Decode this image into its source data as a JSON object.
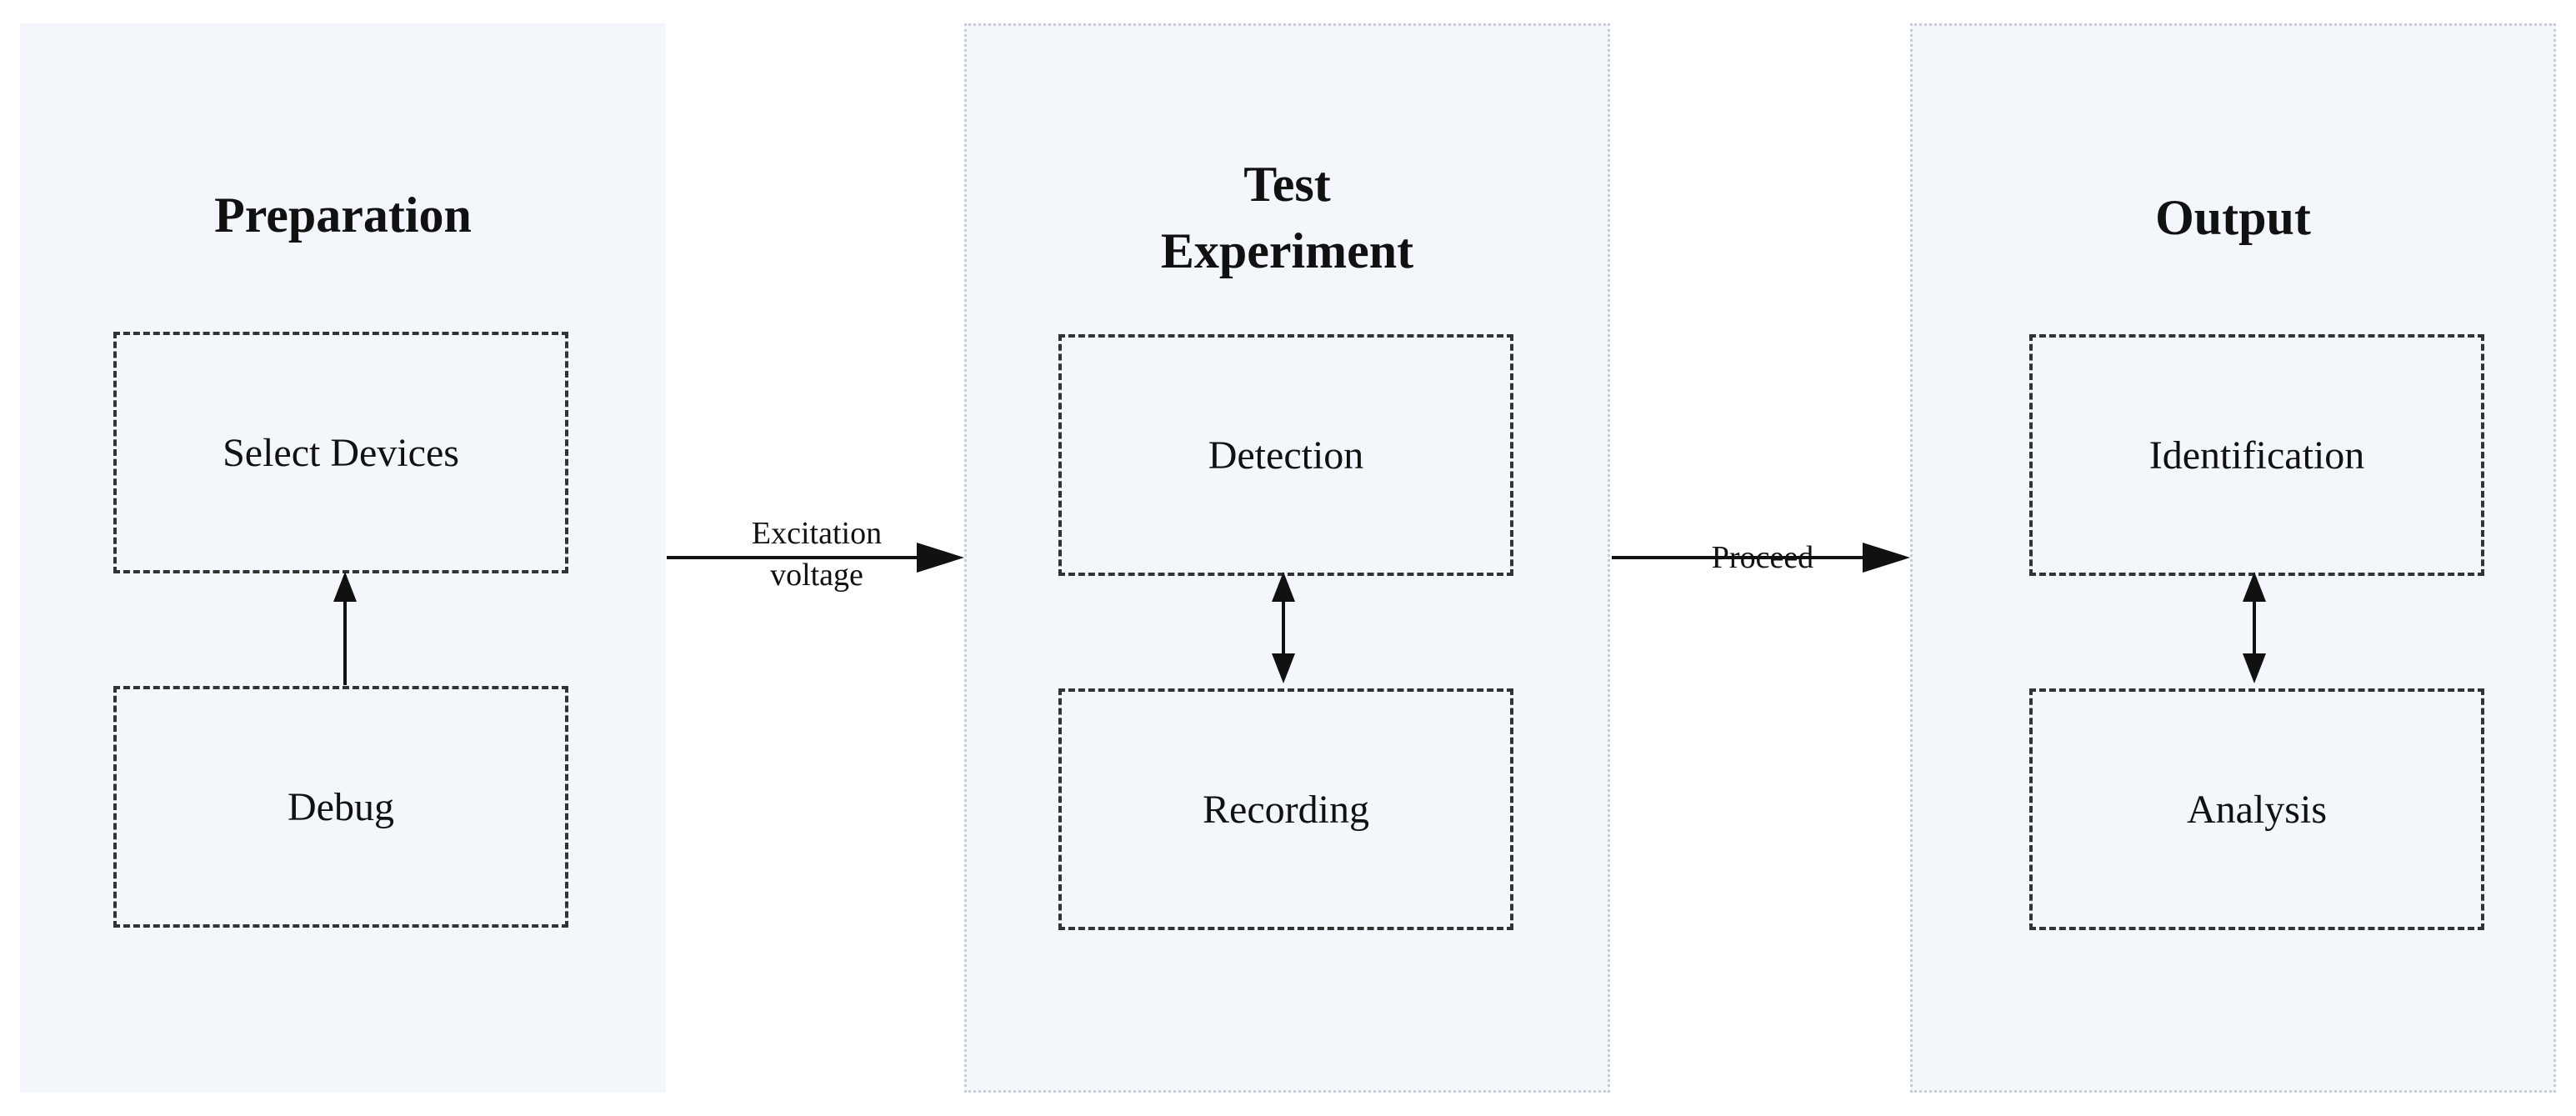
{
  "stages": [
    {
      "title": "Preparation",
      "top_box": "Select Devices",
      "bottom_box": "Debug"
    },
    {
      "title": "Test\nExperiment",
      "top_box": "Detection",
      "bottom_box": "Recording"
    },
    {
      "title": "Output",
      "top_box": "Identification",
      "bottom_box": "Analysis"
    }
  ],
  "connectors": {
    "prep_to_test_line1": "Excitation",
    "prep_to_test_line2": "voltage",
    "test_to_output": "Proceed"
  }
}
